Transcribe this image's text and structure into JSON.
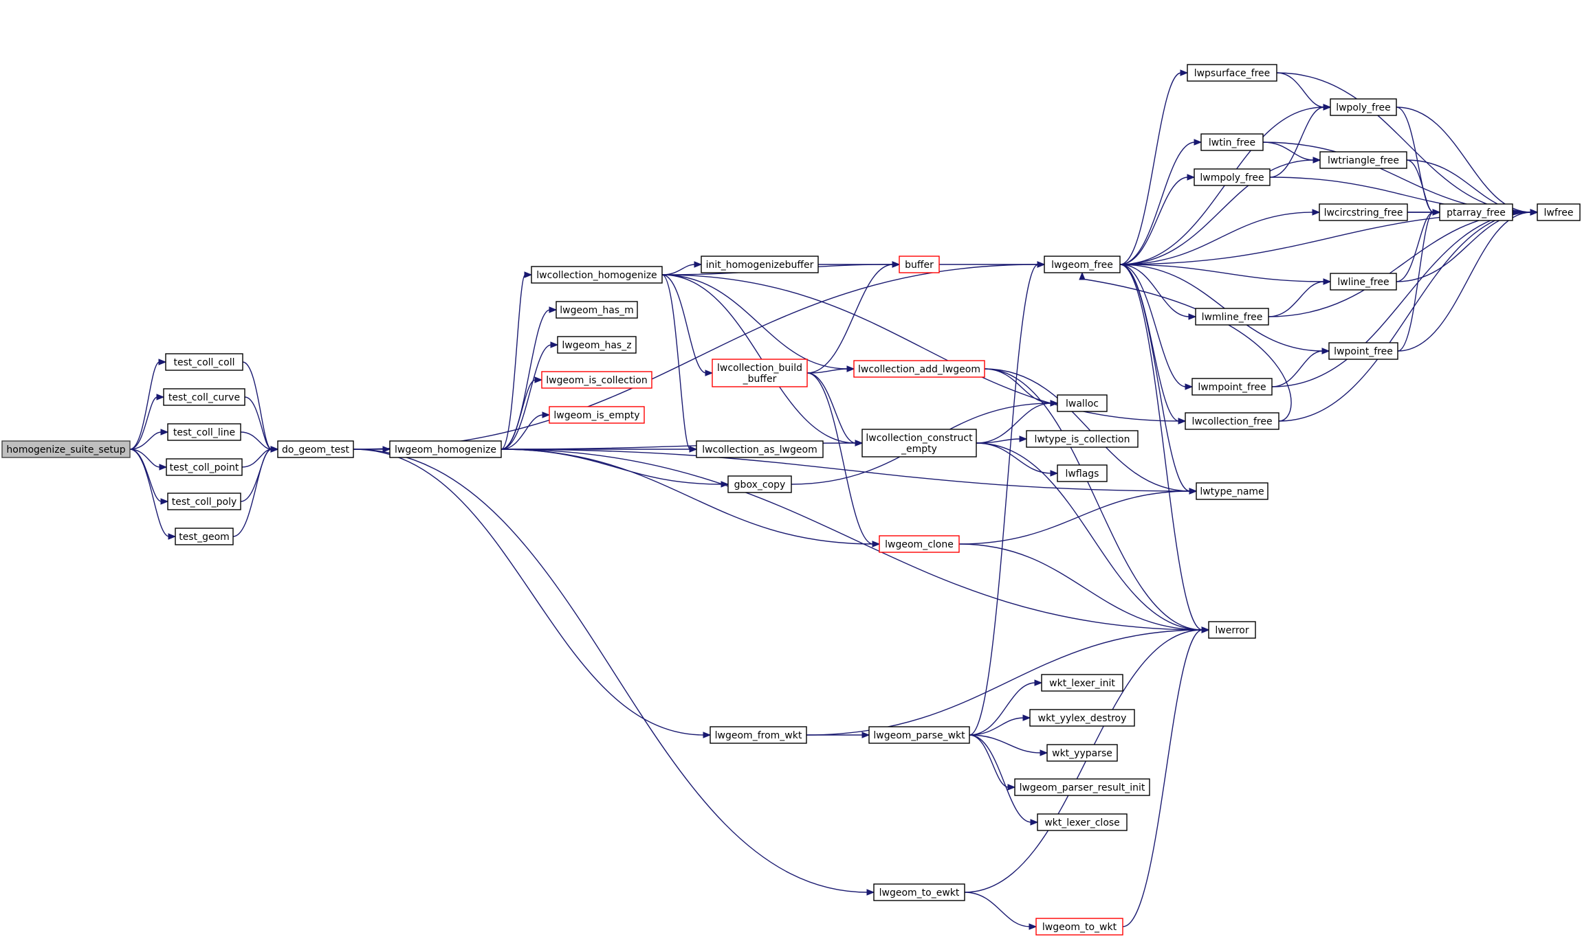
{
  "graph": {
    "nodes": [
      {
        "id": "homogenize_suite_setup",
        "label": [
          "homogenize_suite_setup"
        ],
        "style": "root"
      },
      {
        "id": "test_coll_coll",
        "label": [
          "test_coll_coll"
        ],
        "style": "normal"
      },
      {
        "id": "test_coll_curve",
        "label": [
          "test_coll_curve"
        ],
        "style": "normal"
      },
      {
        "id": "test_coll_line",
        "label": [
          "test_coll_line"
        ],
        "style": "normal"
      },
      {
        "id": "test_coll_point",
        "label": [
          "test_coll_point"
        ],
        "style": "normal"
      },
      {
        "id": "test_coll_poly",
        "label": [
          "test_coll_poly"
        ],
        "style": "normal"
      },
      {
        "id": "test_geom",
        "label": [
          "test_geom"
        ],
        "style": "normal"
      },
      {
        "id": "do_geom_test",
        "label": [
          "do_geom_test"
        ],
        "style": "normal"
      },
      {
        "id": "lwgeom_homogenize",
        "label": [
          "lwgeom_homogenize"
        ],
        "style": "normal"
      },
      {
        "id": "lwcollection_homogenize",
        "label": [
          "lwcollection_homogenize"
        ],
        "style": "normal"
      },
      {
        "id": "lwgeom_has_m",
        "label": [
          "lwgeom_has_m"
        ],
        "style": "normal"
      },
      {
        "id": "lwgeom_has_z",
        "label": [
          "lwgeom_has_z"
        ],
        "style": "normal"
      },
      {
        "id": "lwgeom_is_collection",
        "label": [
          "lwgeom_is_collection"
        ],
        "style": "red"
      },
      {
        "id": "lwgeom_is_empty",
        "label": [
          "lwgeom_is_empty"
        ],
        "style": "red"
      },
      {
        "id": "lwcollection_as_lwgeom",
        "label": [
          "lwcollection_as_lwgeom"
        ],
        "style": "normal"
      },
      {
        "id": "gbox_copy",
        "label": [
          "gbox_copy"
        ],
        "style": "normal"
      },
      {
        "id": "init_homogenizebuffer",
        "label": [
          "init_homogenizebuffer"
        ],
        "style": "normal"
      },
      {
        "id": "buffer",
        "label": [
          "buffer"
        ],
        "style": "red"
      },
      {
        "id": "lwcollection_build_buffer",
        "label": [
          "lwcollection_build",
          "_buffer"
        ],
        "style": "red"
      },
      {
        "id": "lwcollection_add_lwgeom",
        "label": [
          "lwcollection_add_lwgeom"
        ],
        "style": "red"
      },
      {
        "id": "lwcollection_construct_empty",
        "label": [
          "lwcollection_construct",
          "_empty"
        ],
        "style": "normal"
      },
      {
        "id": "lwgeom_clone",
        "label": [
          "lwgeom_clone"
        ],
        "style": "red"
      },
      {
        "id": "lwgeom_from_wkt",
        "label": [
          "lwgeom_from_wkt"
        ],
        "style": "normal"
      },
      {
        "id": "lwgeom_parse_wkt",
        "label": [
          "lwgeom_parse_wkt"
        ],
        "style": "normal"
      },
      {
        "id": "lwgeom_to_ewkt",
        "label": [
          "lwgeom_to_ewkt"
        ],
        "style": "normal"
      },
      {
        "id": "lwgeom_to_wkt",
        "label": [
          "lwgeom_to_wkt"
        ],
        "style": "red"
      },
      {
        "id": "lwgeom_free",
        "label": [
          "lwgeom_free"
        ],
        "style": "normal"
      },
      {
        "id": "lwalloc",
        "label": [
          "lwalloc"
        ],
        "style": "normal"
      },
      {
        "id": "lwtype_is_collection",
        "label": [
          "lwtype_is_collection"
        ],
        "style": "normal"
      },
      {
        "id": "lwflags",
        "label": [
          "lwflags"
        ],
        "style": "normal"
      },
      {
        "id": "wkt_lexer_init",
        "label": [
          "wkt_lexer_init"
        ],
        "style": "normal"
      },
      {
        "id": "wkt_yylex_destroy",
        "label": [
          "wkt_yylex_destroy"
        ],
        "style": "normal"
      },
      {
        "id": "wkt_yyparse",
        "label": [
          "wkt_yyparse"
        ],
        "style": "normal"
      },
      {
        "id": "lwgeom_parser_result_init",
        "label": [
          "lwgeom_parser_result_init"
        ],
        "style": "normal"
      },
      {
        "id": "wkt_lexer_close",
        "label": [
          "wkt_lexer_close"
        ],
        "style": "normal"
      },
      {
        "id": "lwpsurface_free",
        "label": [
          "lwpsurface_free"
        ],
        "style": "normal"
      },
      {
        "id": "lwtin_free",
        "label": [
          "lwtin_free"
        ],
        "style": "normal"
      },
      {
        "id": "lwmpoly_free",
        "label": [
          "lwmpoly_free"
        ],
        "style": "normal"
      },
      {
        "id": "lwmline_free",
        "label": [
          "lwmline_free"
        ],
        "style": "normal"
      },
      {
        "id": "lwmpoint_free",
        "label": [
          "lwmpoint_free"
        ],
        "style": "normal"
      },
      {
        "id": "lwcollection_free",
        "label": [
          "lwcollection_free"
        ],
        "style": "normal"
      },
      {
        "id": "lwtype_name",
        "label": [
          "lwtype_name"
        ],
        "style": "normal"
      },
      {
        "id": "lwerror",
        "label": [
          "lwerror"
        ],
        "style": "normal"
      },
      {
        "id": "lwpoly_free",
        "label": [
          "lwpoly_free"
        ],
        "style": "normal"
      },
      {
        "id": "lwtriangle_free",
        "label": [
          "lwtriangle_free"
        ],
        "style": "normal"
      },
      {
        "id": "lwcircstring_free",
        "label": [
          "lwcircstring_free"
        ],
        "style": "normal"
      },
      {
        "id": "lwline_free",
        "label": [
          "lwline_free"
        ],
        "style": "normal"
      },
      {
        "id": "lwpoint_free",
        "label": [
          "lwpoint_free"
        ],
        "style": "normal"
      },
      {
        "id": "ptarray_free",
        "label": [
          "ptarray_free"
        ],
        "style": "normal"
      },
      {
        "id": "lwfree",
        "label": [
          "lwfree"
        ],
        "style": "normal"
      }
    ],
    "edges": [
      [
        "homogenize_suite_setup",
        "test_coll_coll"
      ],
      [
        "homogenize_suite_setup",
        "test_coll_curve"
      ],
      [
        "homogenize_suite_setup",
        "test_coll_line"
      ],
      [
        "homogenize_suite_setup",
        "test_coll_point"
      ],
      [
        "homogenize_suite_setup",
        "test_coll_poly"
      ],
      [
        "homogenize_suite_setup",
        "test_geom"
      ],
      [
        "test_coll_coll",
        "do_geom_test"
      ],
      [
        "test_coll_curve",
        "do_geom_test"
      ],
      [
        "test_coll_line",
        "do_geom_test"
      ],
      [
        "test_coll_point",
        "do_geom_test"
      ],
      [
        "test_coll_poly",
        "do_geom_test"
      ],
      [
        "test_geom",
        "do_geom_test"
      ],
      [
        "do_geom_test",
        "lwgeom_free"
      ],
      [
        "do_geom_test",
        "lwgeom_homogenize"
      ],
      [
        "do_geom_test",
        "lwgeom_from_wkt"
      ],
      [
        "do_geom_test",
        "lwgeom_to_ewkt"
      ],
      [
        "lwgeom_homogenize",
        "lwcollection_homogenize"
      ],
      [
        "lwgeom_homogenize",
        "lwgeom_has_m"
      ],
      [
        "lwgeom_homogenize",
        "lwgeom_has_z"
      ],
      [
        "lwgeom_homogenize",
        "lwgeom_is_collection"
      ],
      [
        "lwgeom_homogenize",
        "lwgeom_is_empty"
      ],
      [
        "lwgeom_homogenize",
        "lwcollection_as_lwgeom"
      ],
      [
        "lwgeom_homogenize",
        "gbox_copy"
      ],
      [
        "lwgeom_homogenize",
        "lwcollection_construct_empty"
      ],
      [
        "lwgeom_homogenize",
        "lwgeom_clone"
      ],
      [
        "lwgeom_homogenize",
        "lwtype_name"
      ],
      [
        "lwgeom_homogenize",
        "lwerror"
      ],
      [
        "lwcollection_homogenize",
        "init_homogenizebuffer"
      ],
      [
        "lwcollection_homogenize",
        "buffer"
      ],
      [
        "lwcollection_homogenize",
        "lwcollection_build_buffer"
      ],
      [
        "lwcollection_homogenize",
        "lwcollection_add_lwgeom"
      ],
      [
        "lwcollection_homogenize",
        "lwcollection_as_lwgeom"
      ],
      [
        "lwcollection_homogenize",
        "lwcollection_construct_empty"
      ],
      [
        "lwcollection_homogenize",
        "lwcollection_free"
      ],
      [
        "init_homogenizebuffer",
        "buffer"
      ],
      [
        "buffer",
        "lwgeom_free"
      ],
      [
        "lwcollection_build_buffer",
        "buffer"
      ],
      [
        "lwcollection_build_buffer",
        "lwcollection_add_lwgeom"
      ],
      [
        "lwcollection_build_buffer",
        "lwcollection_construct_empty"
      ],
      [
        "lwcollection_build_buffer",
        "lwgeom_clone"
      ],
      [
        "lwcollection_add_lwgeom",
        "lwalloc"
      ],
      [
        "lwcollection_add_lwgeom",
        "lwtype_name"
      ],
      [
        "lwcollection_add_lwgeom",
        "lwerror"
      ],
      [
        "gbox_copy",
        "lwalloc"
      ],
      [
        "lwcollection_construct_empty",
        "lwalloc"
      ],
      [
        "lwcollection_construct_empty",
        "lwtype_is_collection"
      ],
      [
        "lwcollection_construct_empty",
        "lwflags"
      ],
      [
        "lwcollection_construct_empty",
        "lwerror"
      ],
      [
        "lwgeom_clone",
        "lwtype_name"
      ],
      [
        "lwgeom_clone",
        "lwerror"
      ],
      [
        "lwgeom_from_wkt",
        "lwgeom_parse_wkt"
      ],
      [
        "lwgeom_from_wkt",
        "lwerror"
      ],
      [
        "lwgeom_parse_wkt",
        "lwgeom_free"
      ],
      [
        "lwgeom_parse_wkt",
        "wkt_lexer_init"
      ],
      [
        "lwgeom_parse_wkt",
        "wkt_yylex_destroy"
      ],
      [
        "lwgeom_parse_wkt",
        "wkt_yyparse"
      ],
      [
        "lwgeom_parse_wkt",
        "lwgeom_parser_result_init"
      ],
      [
        "lwgeom_parse_wkt",
        "wkt_lexer_close"
      ],
      [
        "lwgeom_to_ewkt",
        "lwerror"
      ],
      [
        "lwgeom_to_ewkt",
        "lwgeom_to_wkt"
      ],
      [
        "lwgeom_to_wkt",
        "lwerror"
      ],
      [
        "lwgeom_free",
        "lwpsurface_free"
      ],
      [
        "lwgeom_free",
        "lwpoly_free"
      ],
      [
        "lwgeom_free",
        "lwtin_free"
      ],
      [
        "lwgeom_free",
        "lwmpoly_free"
      ],
      [
        "lwgeom_free",
        "lwtriangle_free"
      ],
      [
        "lwgeom_free",
        "lwcircstring_free"
      ],
      [
        "lwgeom_free",
        "lwline_free"
      ],
      [
        "lwgeom_free",
        "lwmline_free"
      ],
      [
        "lwgeom_free",
        "lwpoint_free"
      ],
      [
        "lwgeom_free",
        "lwmpoint_free"
      ],
      [
        "lwgeom_free",
        "lwcollection_free"
      ],
      [
        "lwgeom_free",
        "lwtype_name"
      ],
      [
        "lwgeom_free",
        "lwerror"
      ],
      [
        "lwgeom_free",
        "lwfree"
      ],
      [
        "lwpsurface_free",
        "lwpoly_free"
      ],
      [
        "lwpsurface_free",
        "lwfree"
      ],
      [
        "lwtin_free",
        "lwtriangle_free"
      ],
      [
        "lwtin_free",
        "lwfree"
      ],
      [
        "lwmpoly_free",
        "lwpoly_free"
      ],
      [
        "lwmpoly_free",
        "lwfree"
      ],
      [
        "lwmline_free",
        "lwline_free"
      ],
      [
        "lwmline_free",
        "lwfree"
      ],
      [
        "lwmpoint_free",
        "lwpoint_free"
      ],
      [
        "lwmpoint_free",
        "lwfree"
      ],
      [
        "lwcollection_free",
        "lwgeom_free"
      ],
      [
        "lwcollection_free",
        "lwfree"
      ],
      [
        "lwpoly_free",
        "ptarray_free"
      ],
      [
        "lwpoly_free",
        "lwfree"
      ],
      [
        "lwtriangle_free",
        "ptarray_free"
      ],
      [
        "lwtriangle_free",
        "lwfree"
      ],
      [
        "lwcircstring_free",
        "ptarray_free"
      ],
      [
        "lwcircstring_free",
        "lwfree"
      ],
      [
        "lwline_free",
        "ptarray_free"
      ],
      [
        "lwline_free",
        "lwfree"
      ],
      [
        "lwpoint_free",
        "ptarray_free"
      ],
      [
        "lwpoint_free",
        "lwfree"
      ],
      [
        "ptarray_free",
        "lwfree"
      ]
    ]
  },
  "colors": {
    "edge": "#191970",
    "root_fill": "#bfbfbf",
    "node_border": "#000000",
    "highlight_border": "#ff0000"
  }
}
